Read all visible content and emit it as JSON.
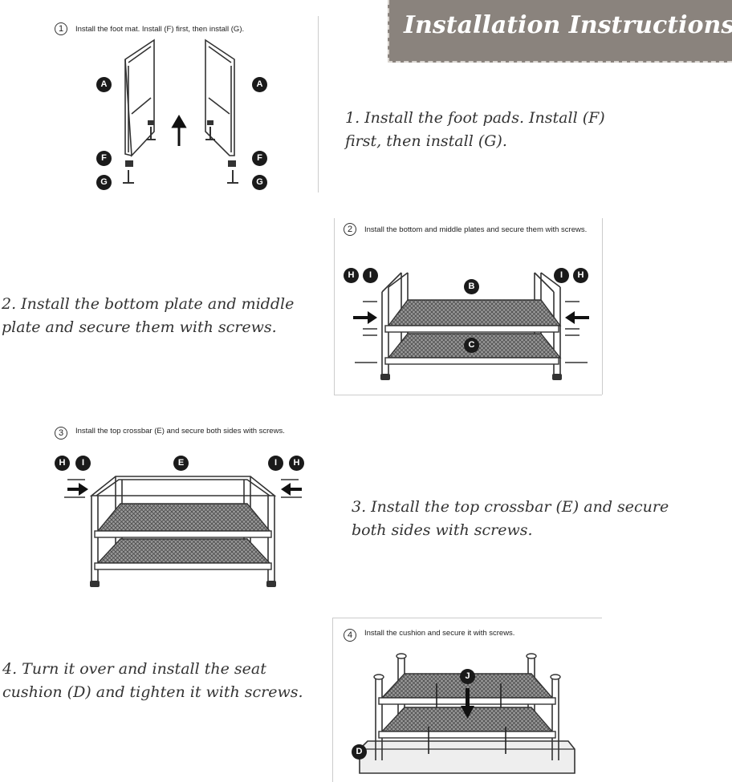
{
  "header": {
    "title": "Installation Instructions"
  },
  "steps": [
    {
      "number": "1",
      "text": "1. Install the foot pads. Install (F) first, then install (G).",
      "caption": "Install the foot mat. Install (F) first, then install (G).",
      "parts": [
        "A",
        "A",
        "F",
        "F",
        "G",
        "G"
      ]
    },
    {
      "number": "2",
      "text": "2. Install the bottom plate and middle plate and secure them with screws.",
      "caption": "Install the bottom and middle plates and secure them with screws.",
      "parts": [
        "H",
        "I",
        "B",
        "I",
        "H",
        "C"
      ]
    },
    {
      "number": "3",
      "text": "3. Install the top crossbar (E) and secure both sides with screws.",
      "caption": "Install the top crossbar (E) and secure both sides with screws.",
      "parts": [
        "H",
        "I",
        "E",
        "I",
        "H"
      ]
    },
    {
      "number": "4",
      "text": "4. Turn it over and install the seat cushion (D) and tighten it with screws.",
      "caption": "Install the cushion and secure it with screws.",
      "parts": [
        "J",
        "D"
      ]
    }
  ],
  "colors": {
    "banner": "#8a837d",
    "text": "#333333",
    "badge": "#1a1a1a"
  }
}
